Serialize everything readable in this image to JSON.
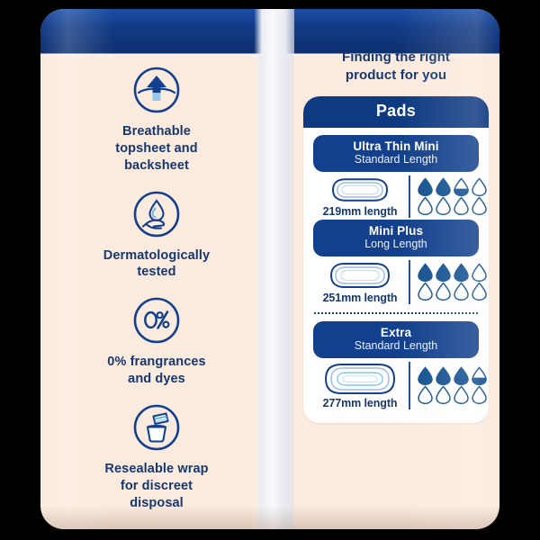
{
  "theme": {
    "navy": "#12408c",
    "deep_navy": "#0e3a82",
    "text_navy": "#16386e",
    "cream": "#fbeade",
    "white": "#ffffff",
    "droplet": "#12508f"
  },
  "features": [
    {
      "icon": "breathable-arrow-icon",
      "label": "Breathable\ntopsheet and\nbacksheet"
    },
    {
      "icon": "hand-droplet-icon",
      "label": "Dermatologically\ntested"
    },
    {
      "icon": "zero-percent-icon",
      "label": "0% frangrances\nand dyes"
    },
    {
      "icon": "resealable-wrap-icon",
      "label": "Resealable wrap\nfor discreet\ndisposal"
    }
  ],
  "right_panel": {
    "heading": "Finding the right\nproduct for you",
    "card_title": "Pads",
    "products": [
      {
        "name": "Ultra Thin Mini",
        "sub": "Standard Length",
        "length": "219mm length",
        "pad_shape": "slim-hourglass",
        "absorbency_filled": 2,
        "absorbency_half": 1,
        "absorbency_total": 8
      },
      {
        "name": "Mini Plus",
        "sub": "Long Length",
        "length": "251mm length",
        "pad_shape": "medium-hourglass",
        "absorbency_filled": 3,
        "absorbency_half": 0,
        "absorbency_total": 8
      },
      {
        "name": "Extra",
        "sub": "Standard Length",
        "length": "277mm length",
        "pad_shape": "wide-hourglass",
        "absorbency_filled": 3,
        "absorbency_half": 1,
        "absorbency_total": 8
      }
    ]
  }
}
